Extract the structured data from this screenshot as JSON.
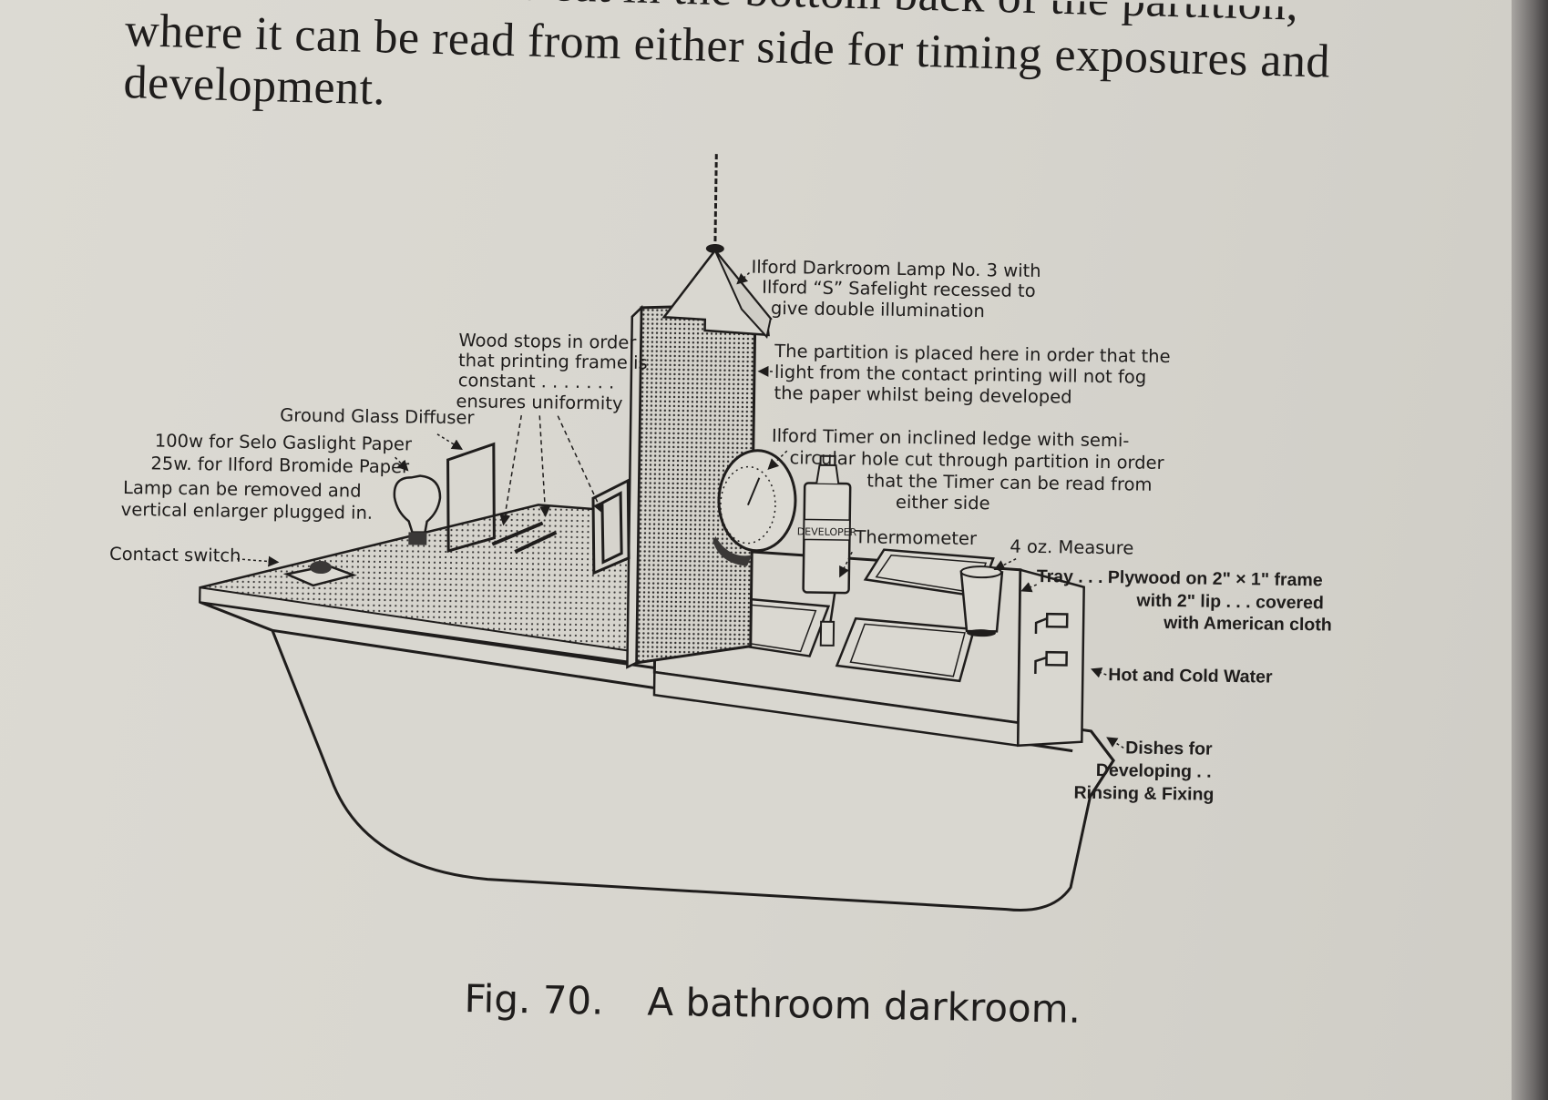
{
  "body_text": {
    "line_cut": "where the Timer hole cut in the bottom back of the partition,",
    "line1": "where it can be read from either side for timing exposures and",
    "line2": "development."
  },
  "figure": {
    "labels": {
      "lamp": [
        "Ilford Darkroom Lamp No. 3 with",
        "Ilford “S” Safelight recessed to",
        "give double illumination"
      ],
      "wood_stops": [
        "Wood stops in order",
        "that printing frame is",
        "constant . . . . . . .",
        "ensures uniformity"
      ],
      "partition": [
        "The partition is placed here in order that the",
        "light from the contact printing will not fog",
        "the paper whilst being developed"
      ],
      "diffuser": "Ground Glass Diffuser",
      "bulb": [
        "100w for Selo Gaslight Paper",
        "25w. for Ilford Bromide Paper"
      ],
      "timer": [
        "Ilford Timer on inclined ledge with semi-",
        "circular hole cut through partition in order",
        "that the Timer can be read from",
        "either side"
      ],
      "lamp_removed": [
        "Lamp can be removed and",
        "vertical enlarger plugged in."
      ],
      "thermometer": "Thermometer",
      "measure": "4 oz. Measure",
      "contact_switch": "Contact switch",
      "tray": [
        "Tray . . . Plywood on 2\" × 1\" frame",
        "with 2\" lip . . . covered",
        "with American cloth"
      ],
      "water": "Hot and Cold Water",
      "dishes": [
        "Dishes for",
        "Developing . .",
        "Rinsing & Fixing"
      ],
      "bottle": "DEVELOPER"
    }
  },
  "caption": {
    "number": "Fig. 70.",
    "title": "A bathroom darkroom."
  }
}
